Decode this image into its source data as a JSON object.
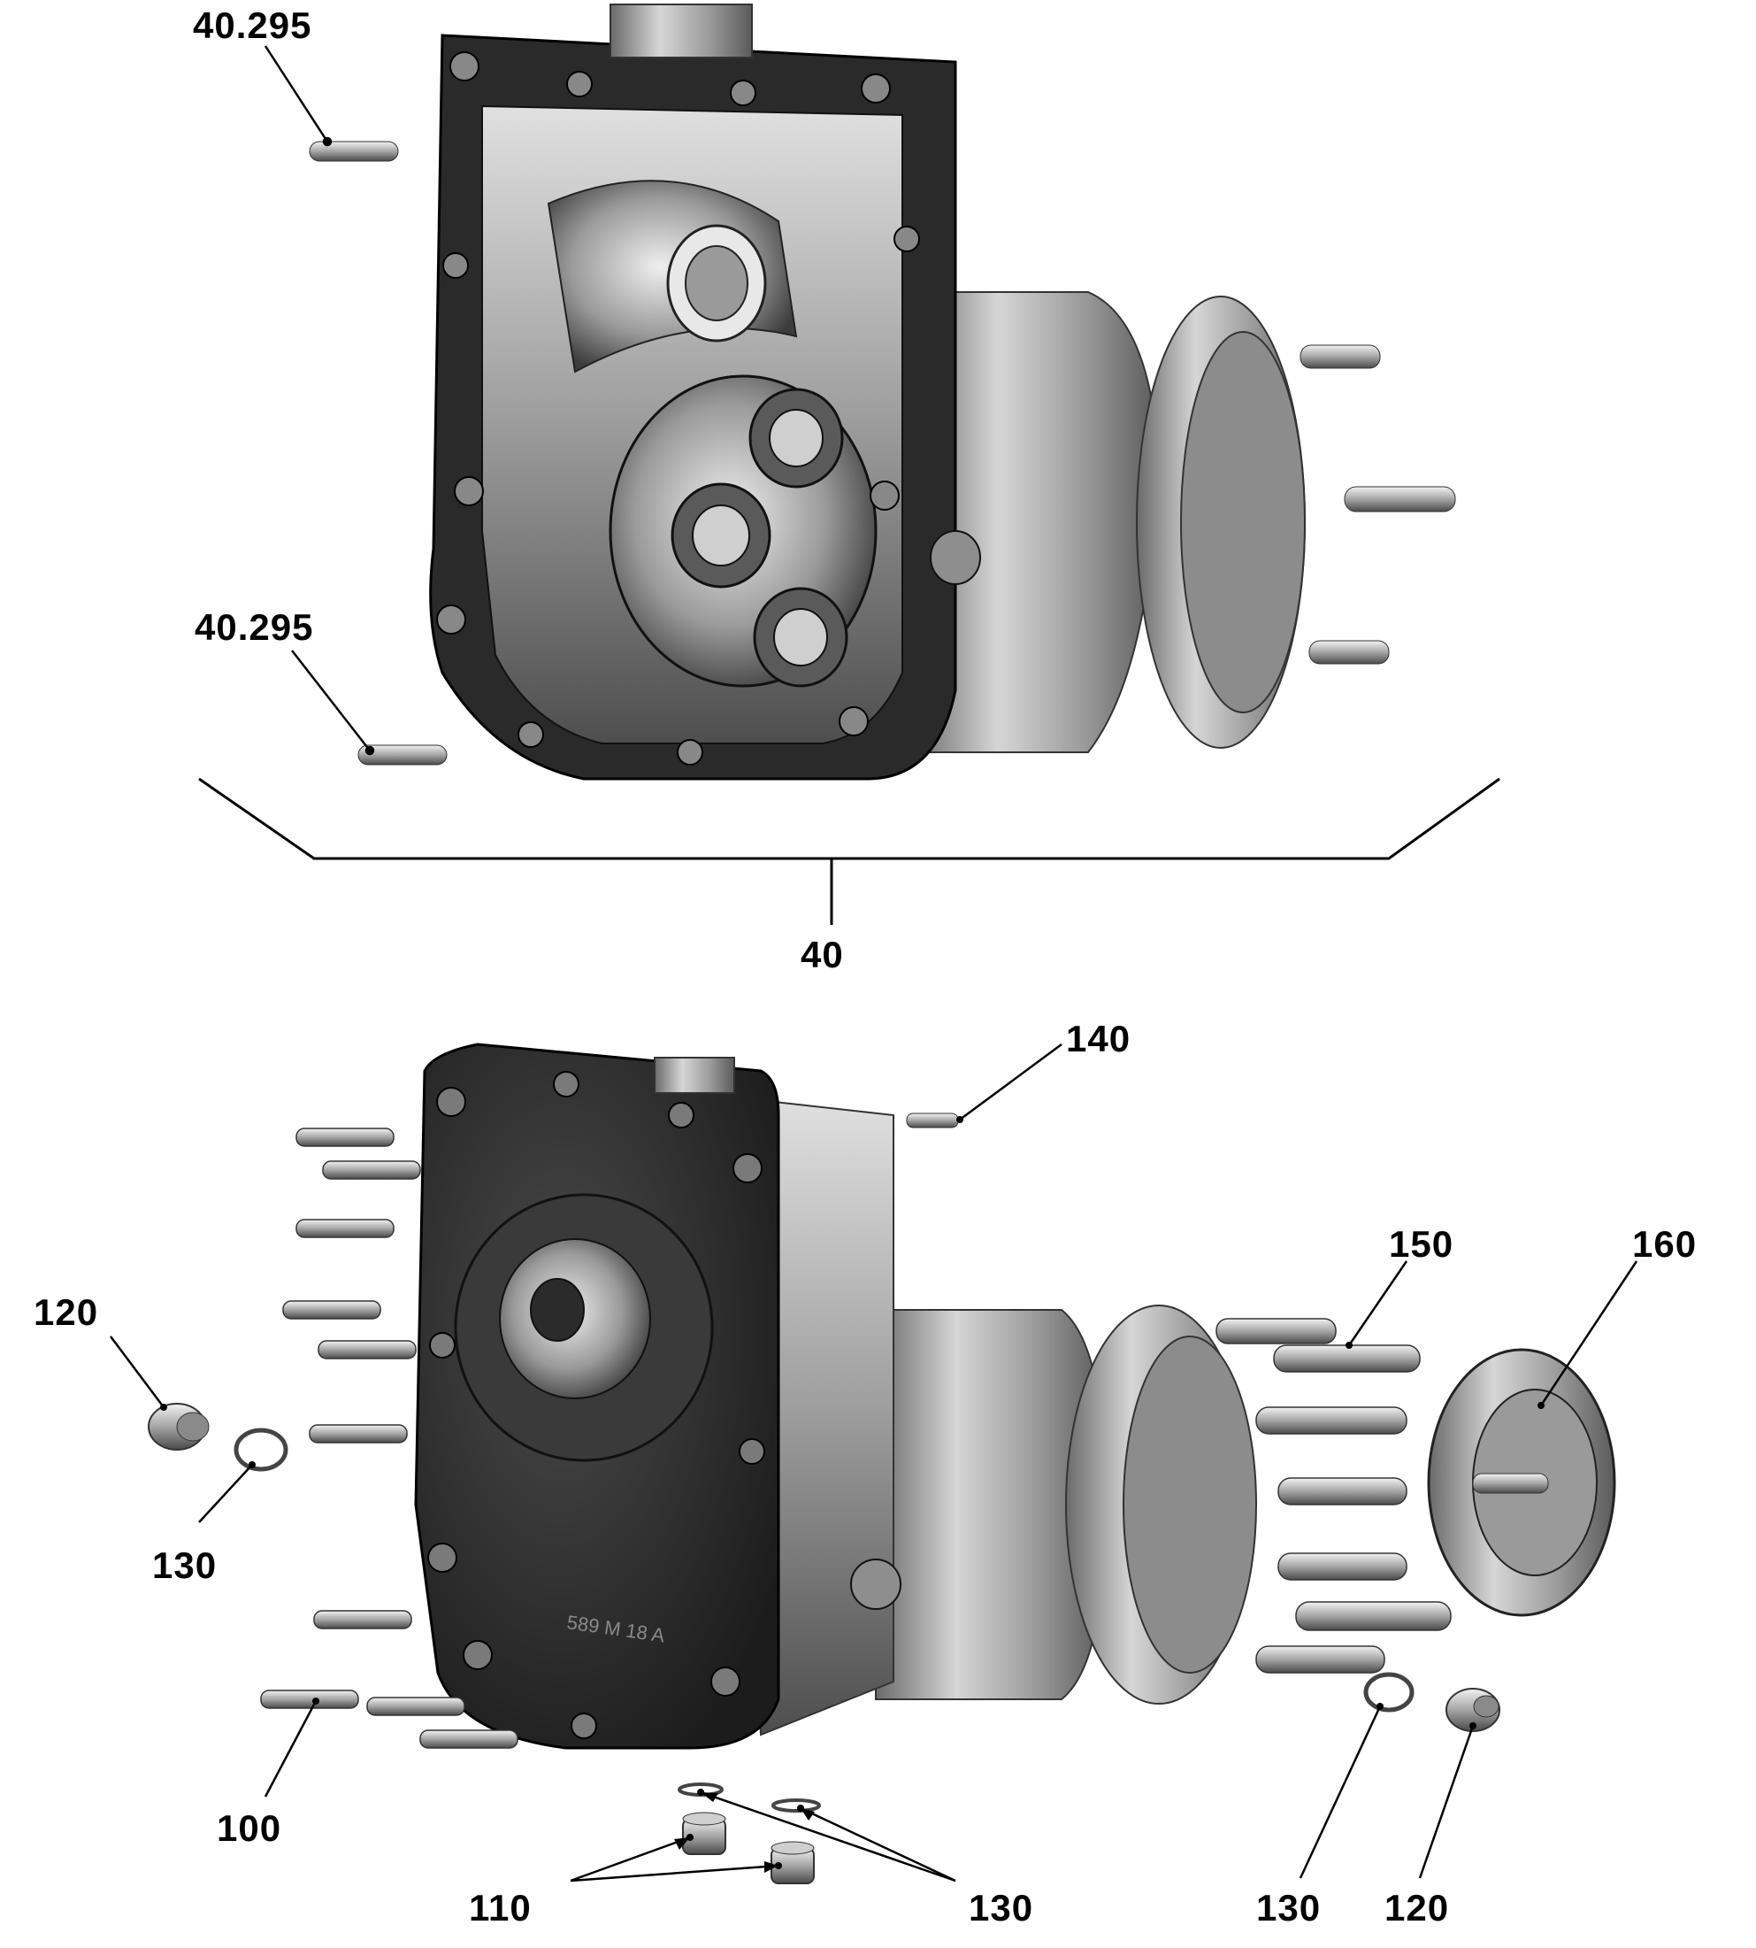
{
  "diagram": {
    "colors": {
      "line": "#000000",
      "metal_light": "#d9d9d9",
      "metal_mid": "#a6a6a6",
      "metal_dark": "#555555",
      "gasket": "#2a2a2a"
    },
    "callouts": {
      "c40_295_top": "40.295",
      "c40_295_bottom": "40.295",
      "c40": "40",
      "c140": "140",
      "c150": "150",
      "c160": "160",
      "c120_left": "120",
      "c130_left": "130",
      "c100": "100",
      "c110": "110",
      "c130_bottom": "130",
      "c130_right": "130",
      "c120_right": "120"
    }
  }
}
